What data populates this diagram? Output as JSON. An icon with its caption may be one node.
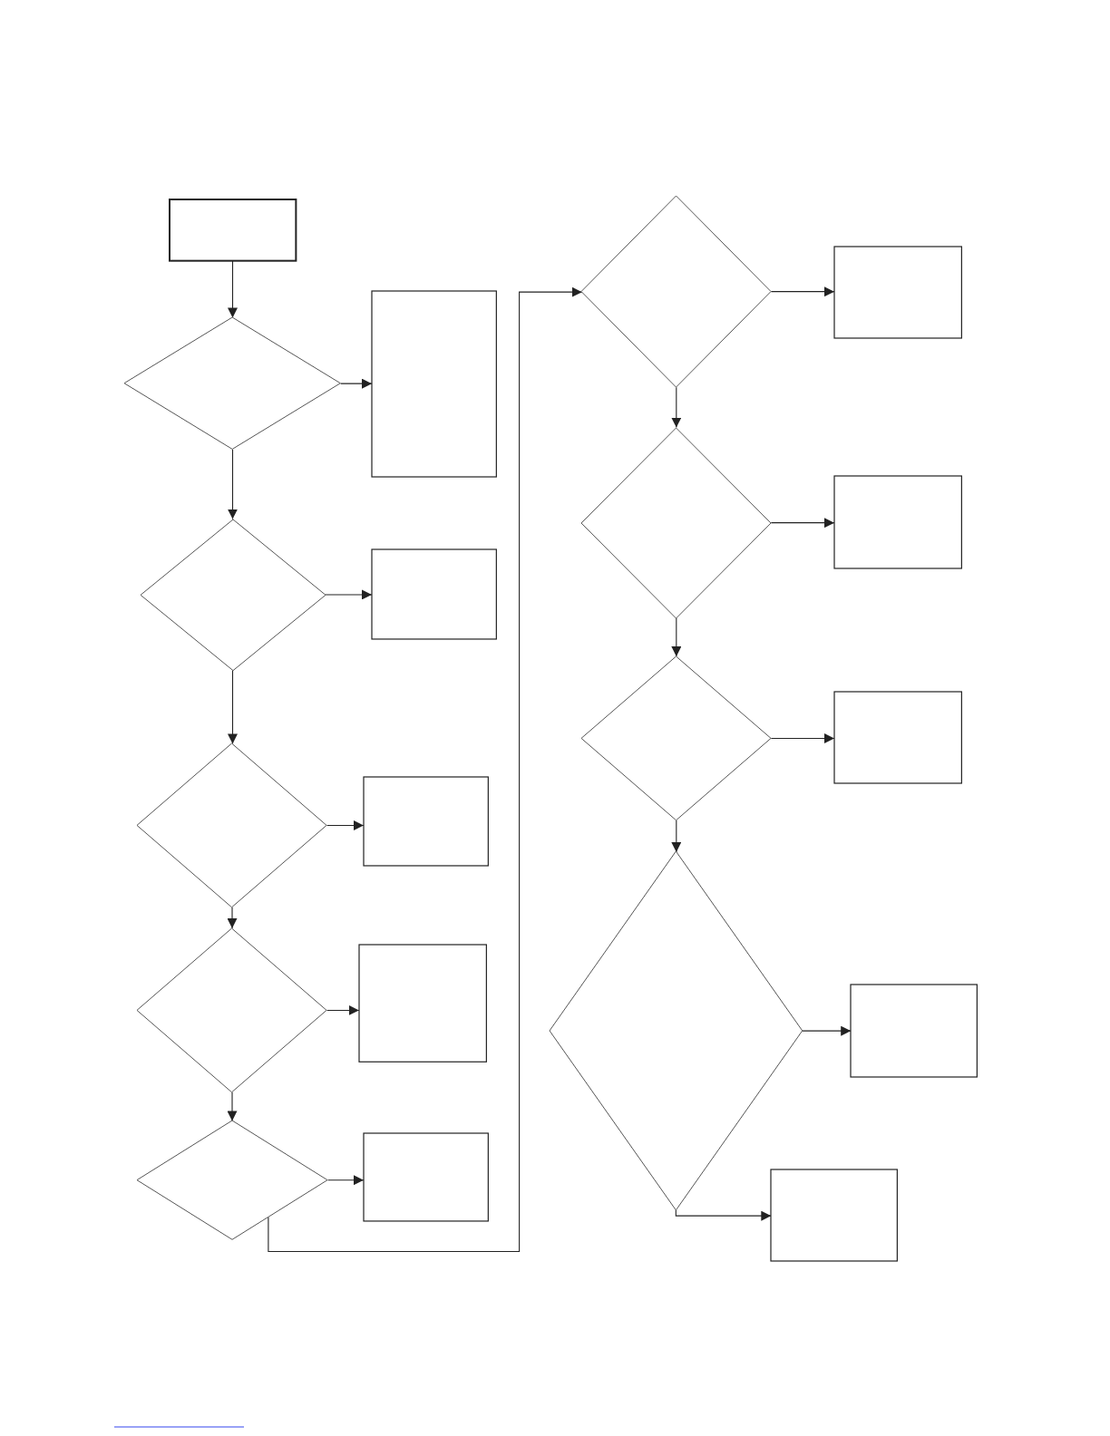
{
  "diagram": {
    "nodes": [
      {
        "text": [],
        "shape": "box"
      },
      {
        "text": [],
        "shape": "diamond"
      },
      {
        "text": [],
        "shape": "box"
      },
      {
        "text": [],
        "shape": "diamond"
      },
      {
        "text": [],
        "shape": "box"
      },
      {
        "text": [],
        "shape": "diamond"
      },
      {
        "text": [],
        "shape": "box"
      },
      {
        "text": [],
        "shape": "diamond"
      },
      {
        "text": [],
        "shape": "box"
      },
      {
        "text": [],
        "shape": "diamond"
      },
      {
        "text": [],
        "shape": "box"
      },
      {
        "text": [],
        "shape": "diamond"
      },
      {
        "text": [],
        "shape": "box"
      },
      {
        "text": [],
        "shape": "diamond"
      },
      {
        "text": [],
        "shape": "box"
      },
      {
        "text": [],
        "shape": "diamond"
      },
      {
        "text": [],
        "shape": "box"
      },
      {
        "text": [],
        "shape": "diamond"
      },
      {
        "text": [],
        "shape": "box"
      },
      {
        "text": [],
        "shape": "box"
      }
    ],
    "edges": [
      {
        "from": 0,
        "to": 1,
        "arrow": "to"
      },
      {
        "from": 1,
        "to": 2,
        "arrow": "to"
      },
      {
        "from": 1,
        "to": 3,
        "arrow": "to"
      },
      {
        "from": 3,
        "to": 4,
        "arrow": "to"
      },
      {
        "from": 3,
        "to": 5,
        "arrow": "to"
      },
      {
        "from": 5,
        "to": 6,
        "arrow": "to"
      },
      {
        "from": 5,
        "to": 7,
        "arrow": "to"
      },
      {
        "from": 7,
        "to": 8,
        "arrow": "to"
      },
      {
        "from": 7,
        "to": 9,
        "arrow": "to"
      },
      {
        "from": 9,
        "to": 10,
        "arrow": "to"
      },
      {
        "from": 9,
        "to": 11,
        "arrow": "to"
      },
      {
        "from": 11,
        "to": 12,
        "arrow": "to"
      },
      {
        "from": 11,
        "to": 13,
        "arrow": "to"
      },
      {
        "from": 13,
        "to": 14,
        "arrow": "to"
      },
      {
        "from": 13,
        "to": 15,
        "arrow": "to"
      },
      {
        "from": 15,
        "to": 16,
        "arrow": "to"
      },
      {
        "from": 15,
        "to": 17,
        "arrow": "to"
      },
      {
        "from": 17,
        "to": 18,
        "arrow": "to"
      },
      {
        "from": 17,
        "to": 19,
        "arrow": "to"
      }
    ]
  }
}
